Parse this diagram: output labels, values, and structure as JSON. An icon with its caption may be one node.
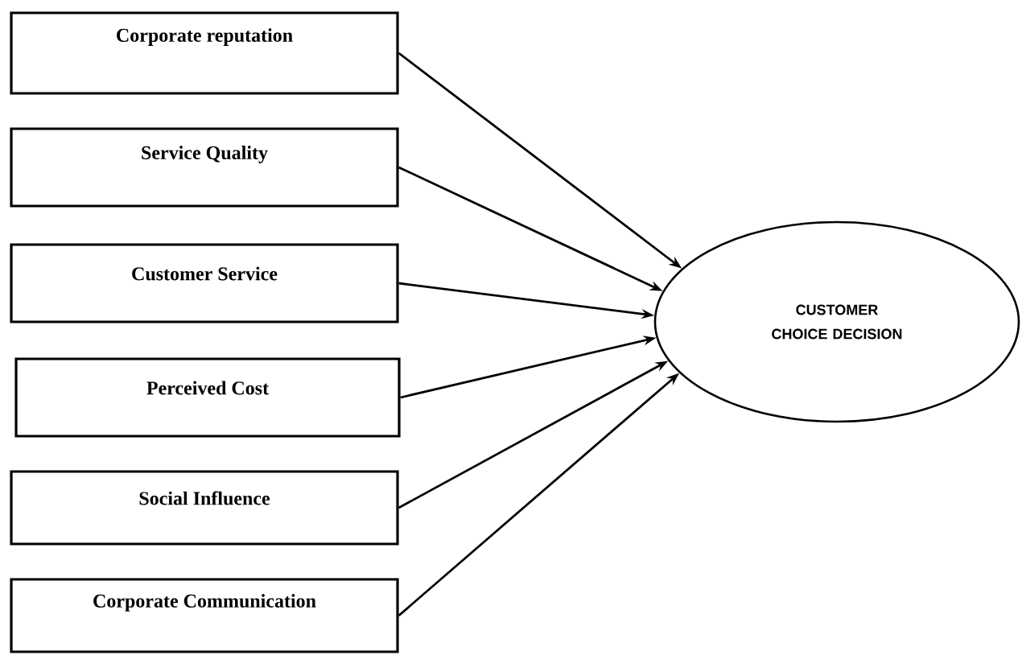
{
  "diagram": {
    "nodes": [
      {
        "text": [
          "Corporate reputation"
        ]
      },
      {
        "text": [
          "Service Quality"
        ]
      },
      {
        "text": [
          "Customer Service"
        ]
      },
      {
        "text": [
          "Perceived Cost"
        ]
      },
      {
        "text": [
          "Social Influence"
        ]
      },
      {
        "text": [
          "Corporate Communication"
        ]
      },
      {
        "text": [
          "CUSTOMER CHOICE DECISION"
        ]
      }
    ],
    "edges": [
      {
        "from": 0,
        "to": 6,
        "arrow": "to"
      },
      {
        "from": 1,
        "to": 6,
        "arrow": "to"
      },
      {
        "from": 2,
        "to": 6,
        "arrow": "to"
      },
      {
        "from": 3,
        "to": 6,
        "arrow": "to"
      },
      {
        "from": 4,
        "to": 6,
        "arrow": "to"
      },
      {
        "from": 5,
        "to": 6,
        "arrow": "to"
      }
    ]
  }
}
